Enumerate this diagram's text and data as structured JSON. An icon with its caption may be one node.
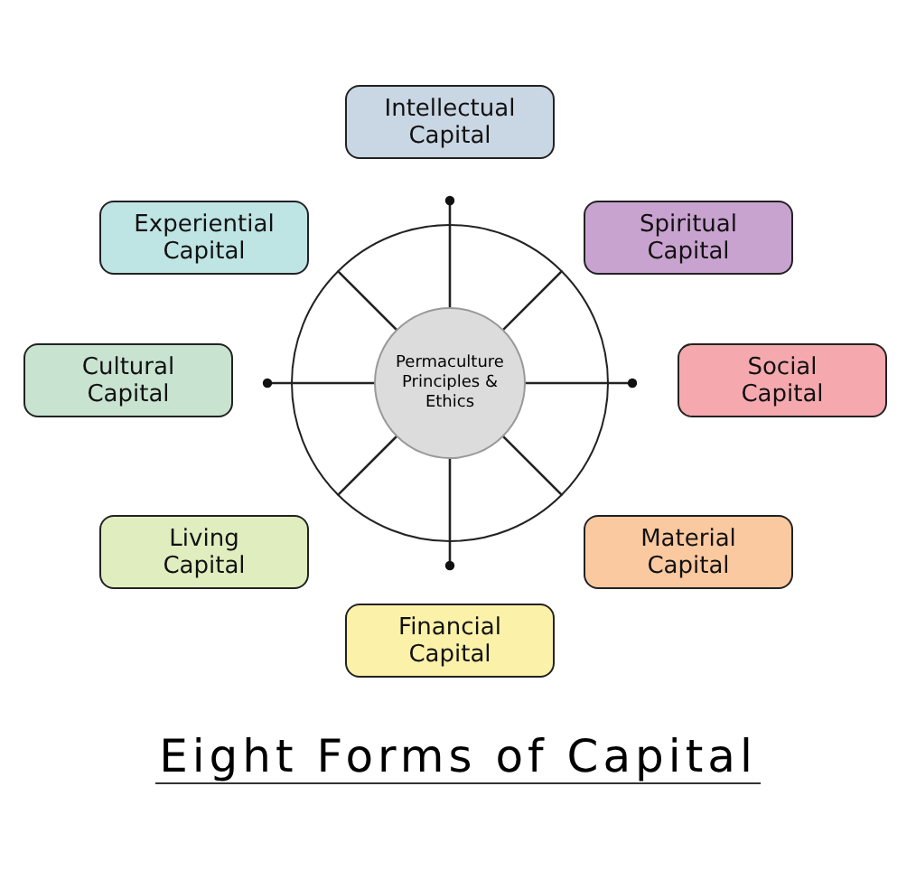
{
  "diagram": {
    "title": "Eight Forms of Capital",
    "nodes": [
      {
        "text": [
          "Intellectual Capital"
        ]
      },
      {
        "text": [
          "Experiential Capital"
        ]
      },
      {
        "text": [
          "Spiritual Capital"
        ]
      },
      {
        "text": [
          "Cultural Capital"
        ]
      },
      {
        "text": [],
        "shape": "circle"
      },
      {
        "text": [
          "Permaculture Principles & Ethics"
        ],
        "in": 4
      },
      {
        "text": [
          "Social Capital"
        ]
      },
      {
        "text": [
          "Living Capital"
        ]
      },
      {
        "text": [
          "Material Capital"
        ]
      },
      {
        "text": [
          "Financial Capital"
        ]
      }
    ],
    "edges": []
  }
}
